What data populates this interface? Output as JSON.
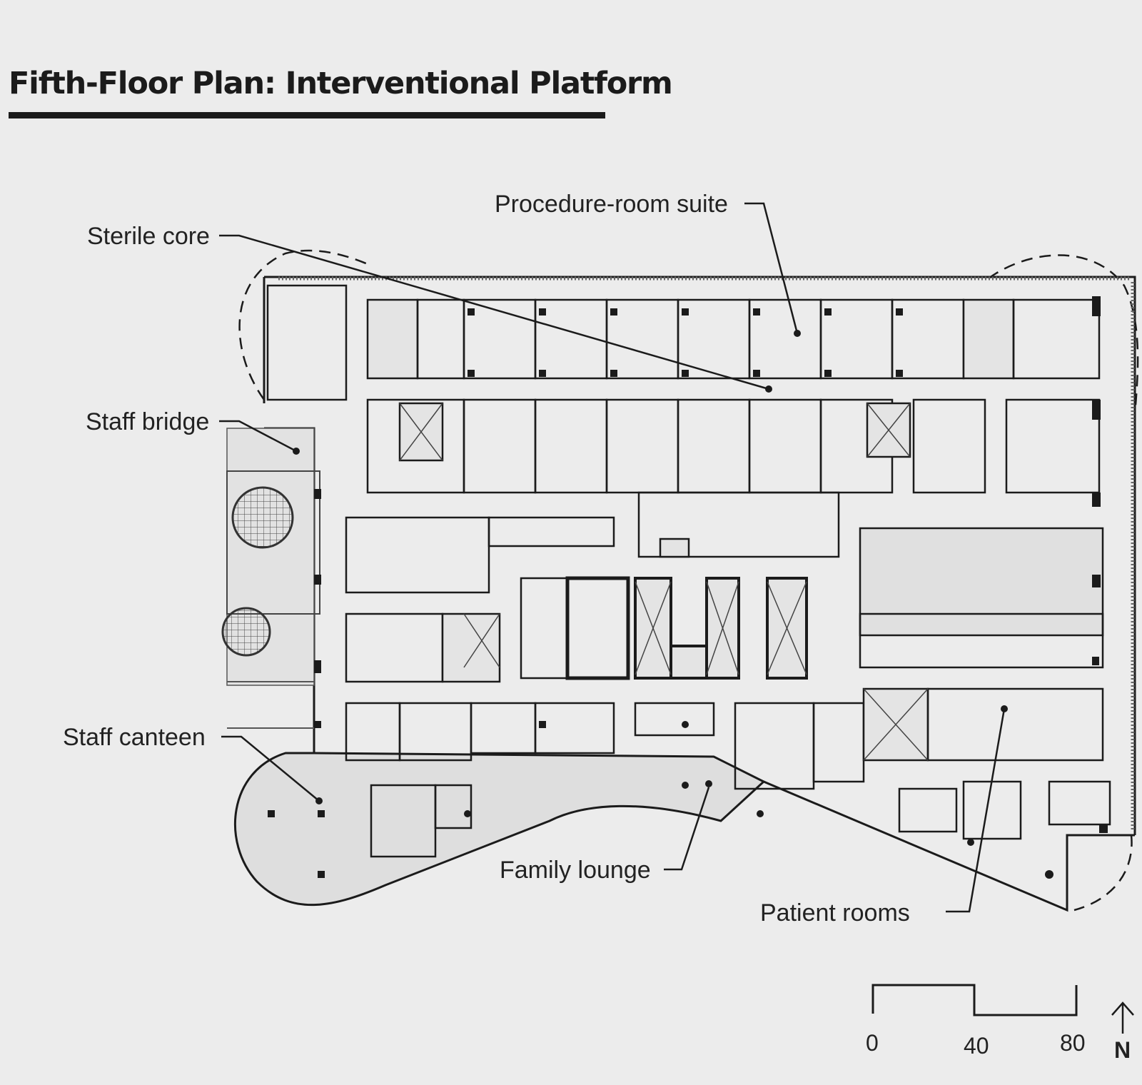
{
  "title": "Fifth-Floor Plan: Interventional Platform",
  "labels": {
    "procedure_room_suite": "Procedure-room suite",
    "sterile_core": "Sterile core",
    "staff_bridge": "Staff bridge",
    "staff_canteen": "Staff canteen",
    "family_lounge": "Family lounge",
    "patient_rooms": "Patient rooms"
  },
  "scale": {
    "ticks": [
      "0",
      "40",
      "80"
    ]
  },
  "north": "N",
  "colors": {
    "line": "#1b1b1b",
    "background": "#ececec",
    "fill": "#dcdcdc"
  }
}
